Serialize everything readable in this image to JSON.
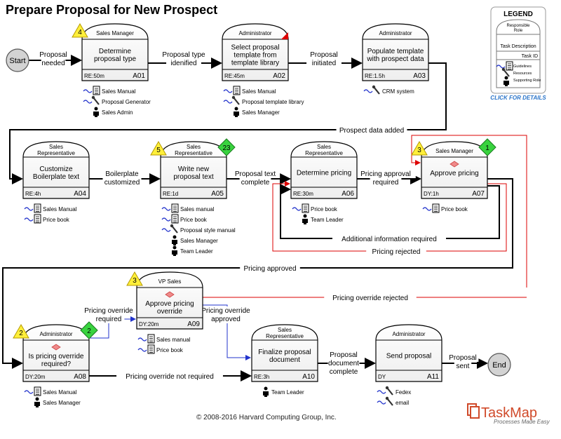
{
  "title": "Prepare Proposal for New Prospect",
  "copyright": "© 2008-2016 Harvard Computing Group, Inc.",
  "start_label": "Start",
  "end_label": "End",
  "legend": {
    "title": "LEGEND",
    "role": "Responsible Role",
    "task": "Task Description",
    "task_id": "Task ID",
    "items": [
      "Guidelines",
      "Resources",
      "Supporting Role"
    ],
    "link": "CLICK FOR DETAILS"
  },
  "brand": {
    "name": "TaskMap",
    "tagline": "Processes Made Easy"
  },
  "tasks": [
    {
      "id": "A01",
      "role": "Sales Manager",
      "text": [
        "Determine",
        "proposal type"
      ],
      "dur": "RE:50m",
      "warn": "4",
      "res": [
        {
          "t": "g",
          "l": "Sales Manual"
        },
        {
          "t": "r",
          "l": "Proposal Generator"
        },
        {
          "t": "p",
          "l": "Sales Admin"
        }
      ]
    },
    {
      "id": "A02",
      "role": "Administrator",
      "text": [
        "Select proposal",
        "template from",
        "template library"
      ],
      "dur": "RE:45m",
      "res": [
        {
          "t": "g",
          "l": "Sales Manual"
        },
        {
          "t": "r",
          "l": "Proposal template library"
        },
        {
          "t": "p",
          "l": "Sales Manager"
        }
      ]
    },
    {
      "id": "A03",
      "role": "Administrator",
      "text": [
        "Populate template",
        "with prospect data"
      ],
      "dur": "RE:1.5h",
      "res": [
        {
          "t": "r",
          "l": "CRM system"
        }
      ]
    },
    {
      "id": "A04",
      "role": "Sales Representative",
      "text": [
        "Customize",
        "Boilerplate text"
      ],
      "dur": "RE:4h",
      "res": [
        {
          "t": "g",
          "l": "Sales Manual"
        },
        {
          "t": "g",
          "l": "Price book"
        }
      ]
    },
    {
      "id": "A05",
      "role": "Sales Representative",
      "text": [
        "Write new",
        "proposal text"
      ],
      "dur": "RE:1d",
      "warn": "5",
      "badge": "23",
      "res": [
        {
          "t": "g",
          "l": "Sales manual"
        },
        {
          "t": "g",
          "l": "Price book"
        },
        {
          "t": "r",
          "l": "Proposal style manual"
        },
        {
          "t": "p",
          "l": "Sales Manager"
        },
        {
          "t": "p",
          "l": "Team Leader"
        }
      ]
    },
    {
      "id": "A06",
      "role": "Sales Representative",
      "text": [
        "Determine pricing"
      ],
      "dur": "RE:30m",
      "res": [
        {
          "t": "g",
          "l": "Price book"
        },
        {
          "t": "p",
          "l": "Team Leader"
        }
      ]
    },
    {
      "id": "A07",
      "role": "Sales Manager",
      "text": [
        "Approve pricing"
      ],
      "dur": "DY:1h",
      "warn": "3",
      "badge": "1",
      "decision": true,
      "res": [
        {
          "t": "g",
          "l": "Price book"
        }
      ]
    },
    {
      "id": "A08",
      "role": "Administrator",
      "text": [
        "Is pricing override",
        "required?"
      ],
      "dur": "DY:20m",
      "warn": "2",
      "badge": "2",
      "decision": true,
      "res": [
        {
          "t": "g",
          "l": "Sales Manual"
        },
        {
          "t": "p",
          "l": "Sales Manager"
        }
      ]
    },
    {
      "id": "A09",
      "role": "VP Sales",
      "text": [
        "Approve pricing",
        "override"
      ],
      "dur": "DY:20m",
      "warn": "3",
      "decision": true,
      "res": [
        {
          "t": "g",
          "l": "Sales manual"
        },
        {
          "t": "g",
          "l": "Price book"
        }
      ]
    },
    {
      "id": "A10",
      "role": "Sales Representative",
      "text": [
        "Finalize proposal",
        "document"
      ],
      "dur": "RE:3h",
      "res": [
        {
          "t": "p",
          "l": "Team Leader"
        }
      ]
    },
    {
      "id": "A11",
      "role": "Administrator",
      "text": [
        "Send proposal"
      ],
      "dur": "DY",
      "res": [
        {
          "t": "r",
          "l": "Fedex"
        },
        {
          "t": "r",
          "l": "email"
        }
      ]
    }
  ],
  "flows": {
    "f1": [
      "Proposal",
      "needed"
    ],
    "f2": [
      "Proposal type",
      "idenified"
    ],
    "f3": [
      "Proposal",
      "initiated"
    ],
    "f4": [
      "Prospect data added"
    ],
    "f5": [
      "Boilerplate",
      "customized"
    ],
    "f6": [
      "Proposal text",
      "complete"
    ],
    "f7": [
      "Pricing approval",
      "required"
    ],
    "f8": [
      "Additional information required"
    ],
    "f9": [
      "Pricing rejected"
    ],
    "f10": [
      "Pricing approved"
    ],
    "f11": [
      "Pricing override rejected"
    ],
    "f12": [
      "Pricing override",
      "required"
    ],
    "f13": [
      "Pricing override",
      "approved"
    ],
    "f14": [
      "Pricing override not required"
    ],
    "f15": [
      "Proposal",
      "document",
      "complete"
    ],
    "f16": [
      "Proposal",
      "sent"
    ]
  }
}
